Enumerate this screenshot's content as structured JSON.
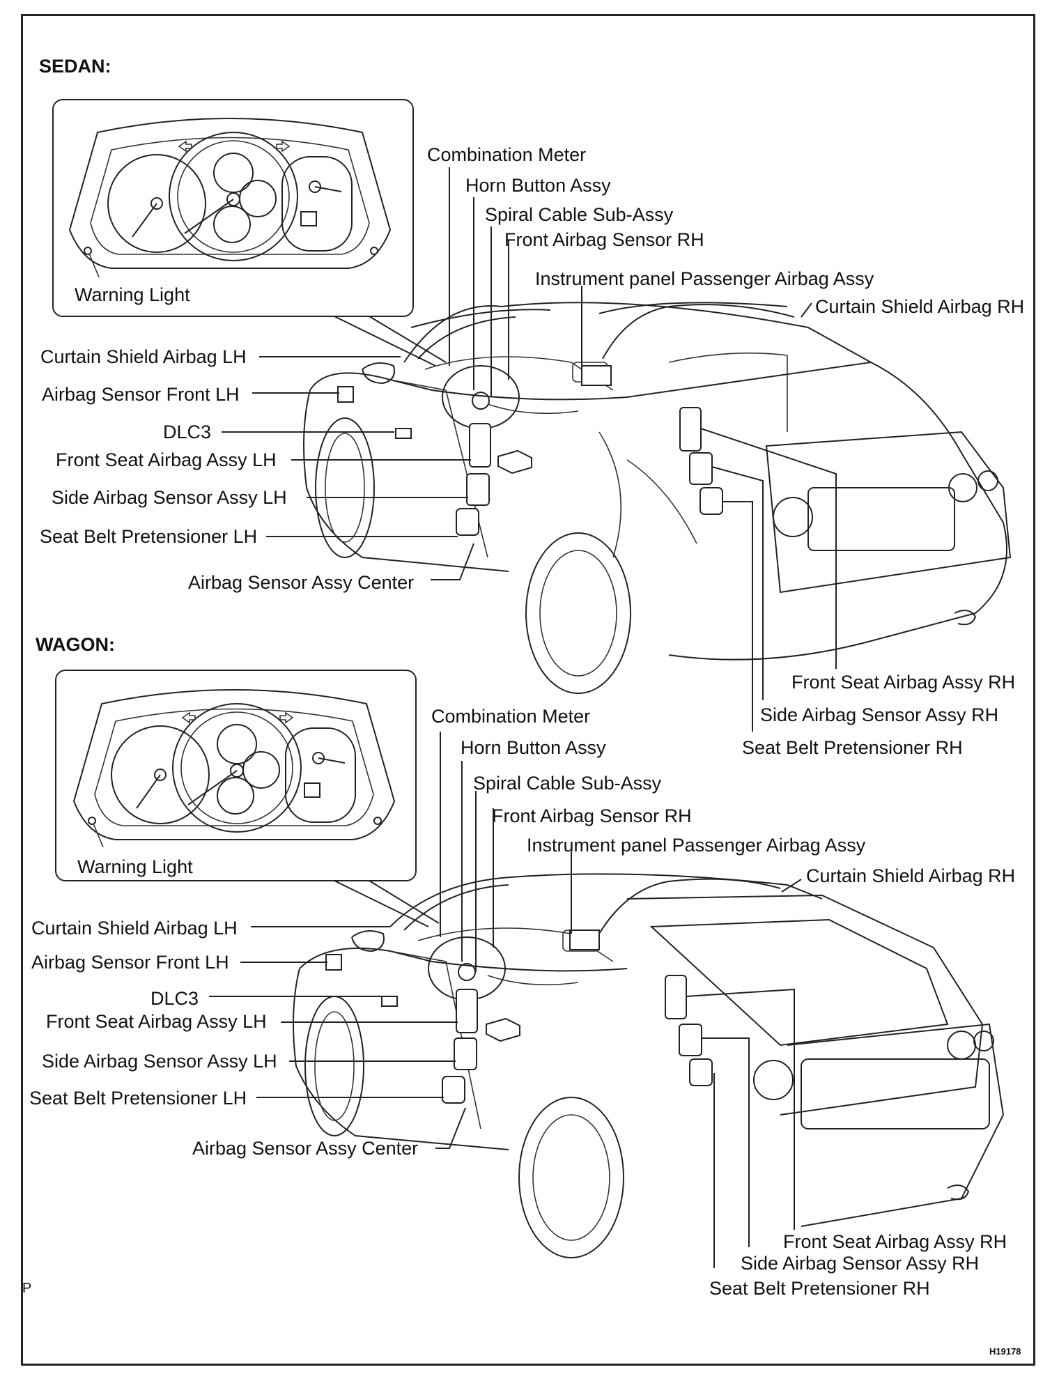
{
  "sections": {
    "sedan": {
      "header": "SEDAN:",
      "warning_light": "Warning Light",
      "labels": {
        "combination_meter": "Combination Meter",
        "horn_button": "Horn Button Assy",
        "spiral_cable": "Spiral Cable Sub-Assy",
        "front_airbag_sensor_rh": "Front Airbag Sensor RH",
        "passenger_airbag": "Instrument panel Passenger Airbag Assy",
        "curtain_rh": "Curtain Shield Airbag RH",
        "curtain_lh": "Curtain Shield Airbag LH",
        "sensor_front_lh": "Airbag Sensor Front LH",
        "dlc3": "DLC3",
        "front_seat_lh": "Front Seat Airbag Assy LH",
        "side_sensor_lh": "Side Airbag Sensor Assy LH",
        "pretensioner_lh": "Seat Belt Pretensioner LH",
        "sensor_center": "Airbag Sensor Assy Center",
        "front_seat_rh": "Front Seat Airbag Assy RH",
        "side_sensor_rh": "Side Airbag Sensor Assy RH",
        "pretensioner_rh": "Seat Belt Pretensioner RH"
      }
    },
    "wagon": {
      "header": "WAGON:",
      "warning_light": "Warning Light",
      "labels": {
        "combination_meter": "Combination Meter",
        "horn_button": "Horn Button Assy",
        "spiral_cable": "Spiral Cable Sub-Assy",
        "front_airbag_sensor_rh": "Front Airbag Sensor RH",
        "passenger_airbag": "Instrument panel Passenger Airbag Assy",
        "curtain_rh": "Curtain Shield Airbag RH",
        "curtain_lh": "Curtain Shield Airbag LH",
        "sensor_front_lh": "Airbag Sensor Front LH",
        "dlc3": "DLC3",
        "front_seat_lh": "Front Seat Airbag Assy LH",
        "side_sensor_lh": "Side Airbag Sensor Assy LH",
        "pretensioner_lh": "Seat Belt Pretensioner LH",
        "sensor_center": "Airbag Sensor Assy Center",
        "front_seat_rh": "Front Seat Airbag Assy RH",
        "side_sensor_rh": "Side Airbag Sensor Assy RH",
        "pretensioner_rh": "Seat Belt Pretensioner RH"
      }
    }
  },
  "footer": {
    "figure_code": "H19178",
    "page_mark": "P"
  }
}
